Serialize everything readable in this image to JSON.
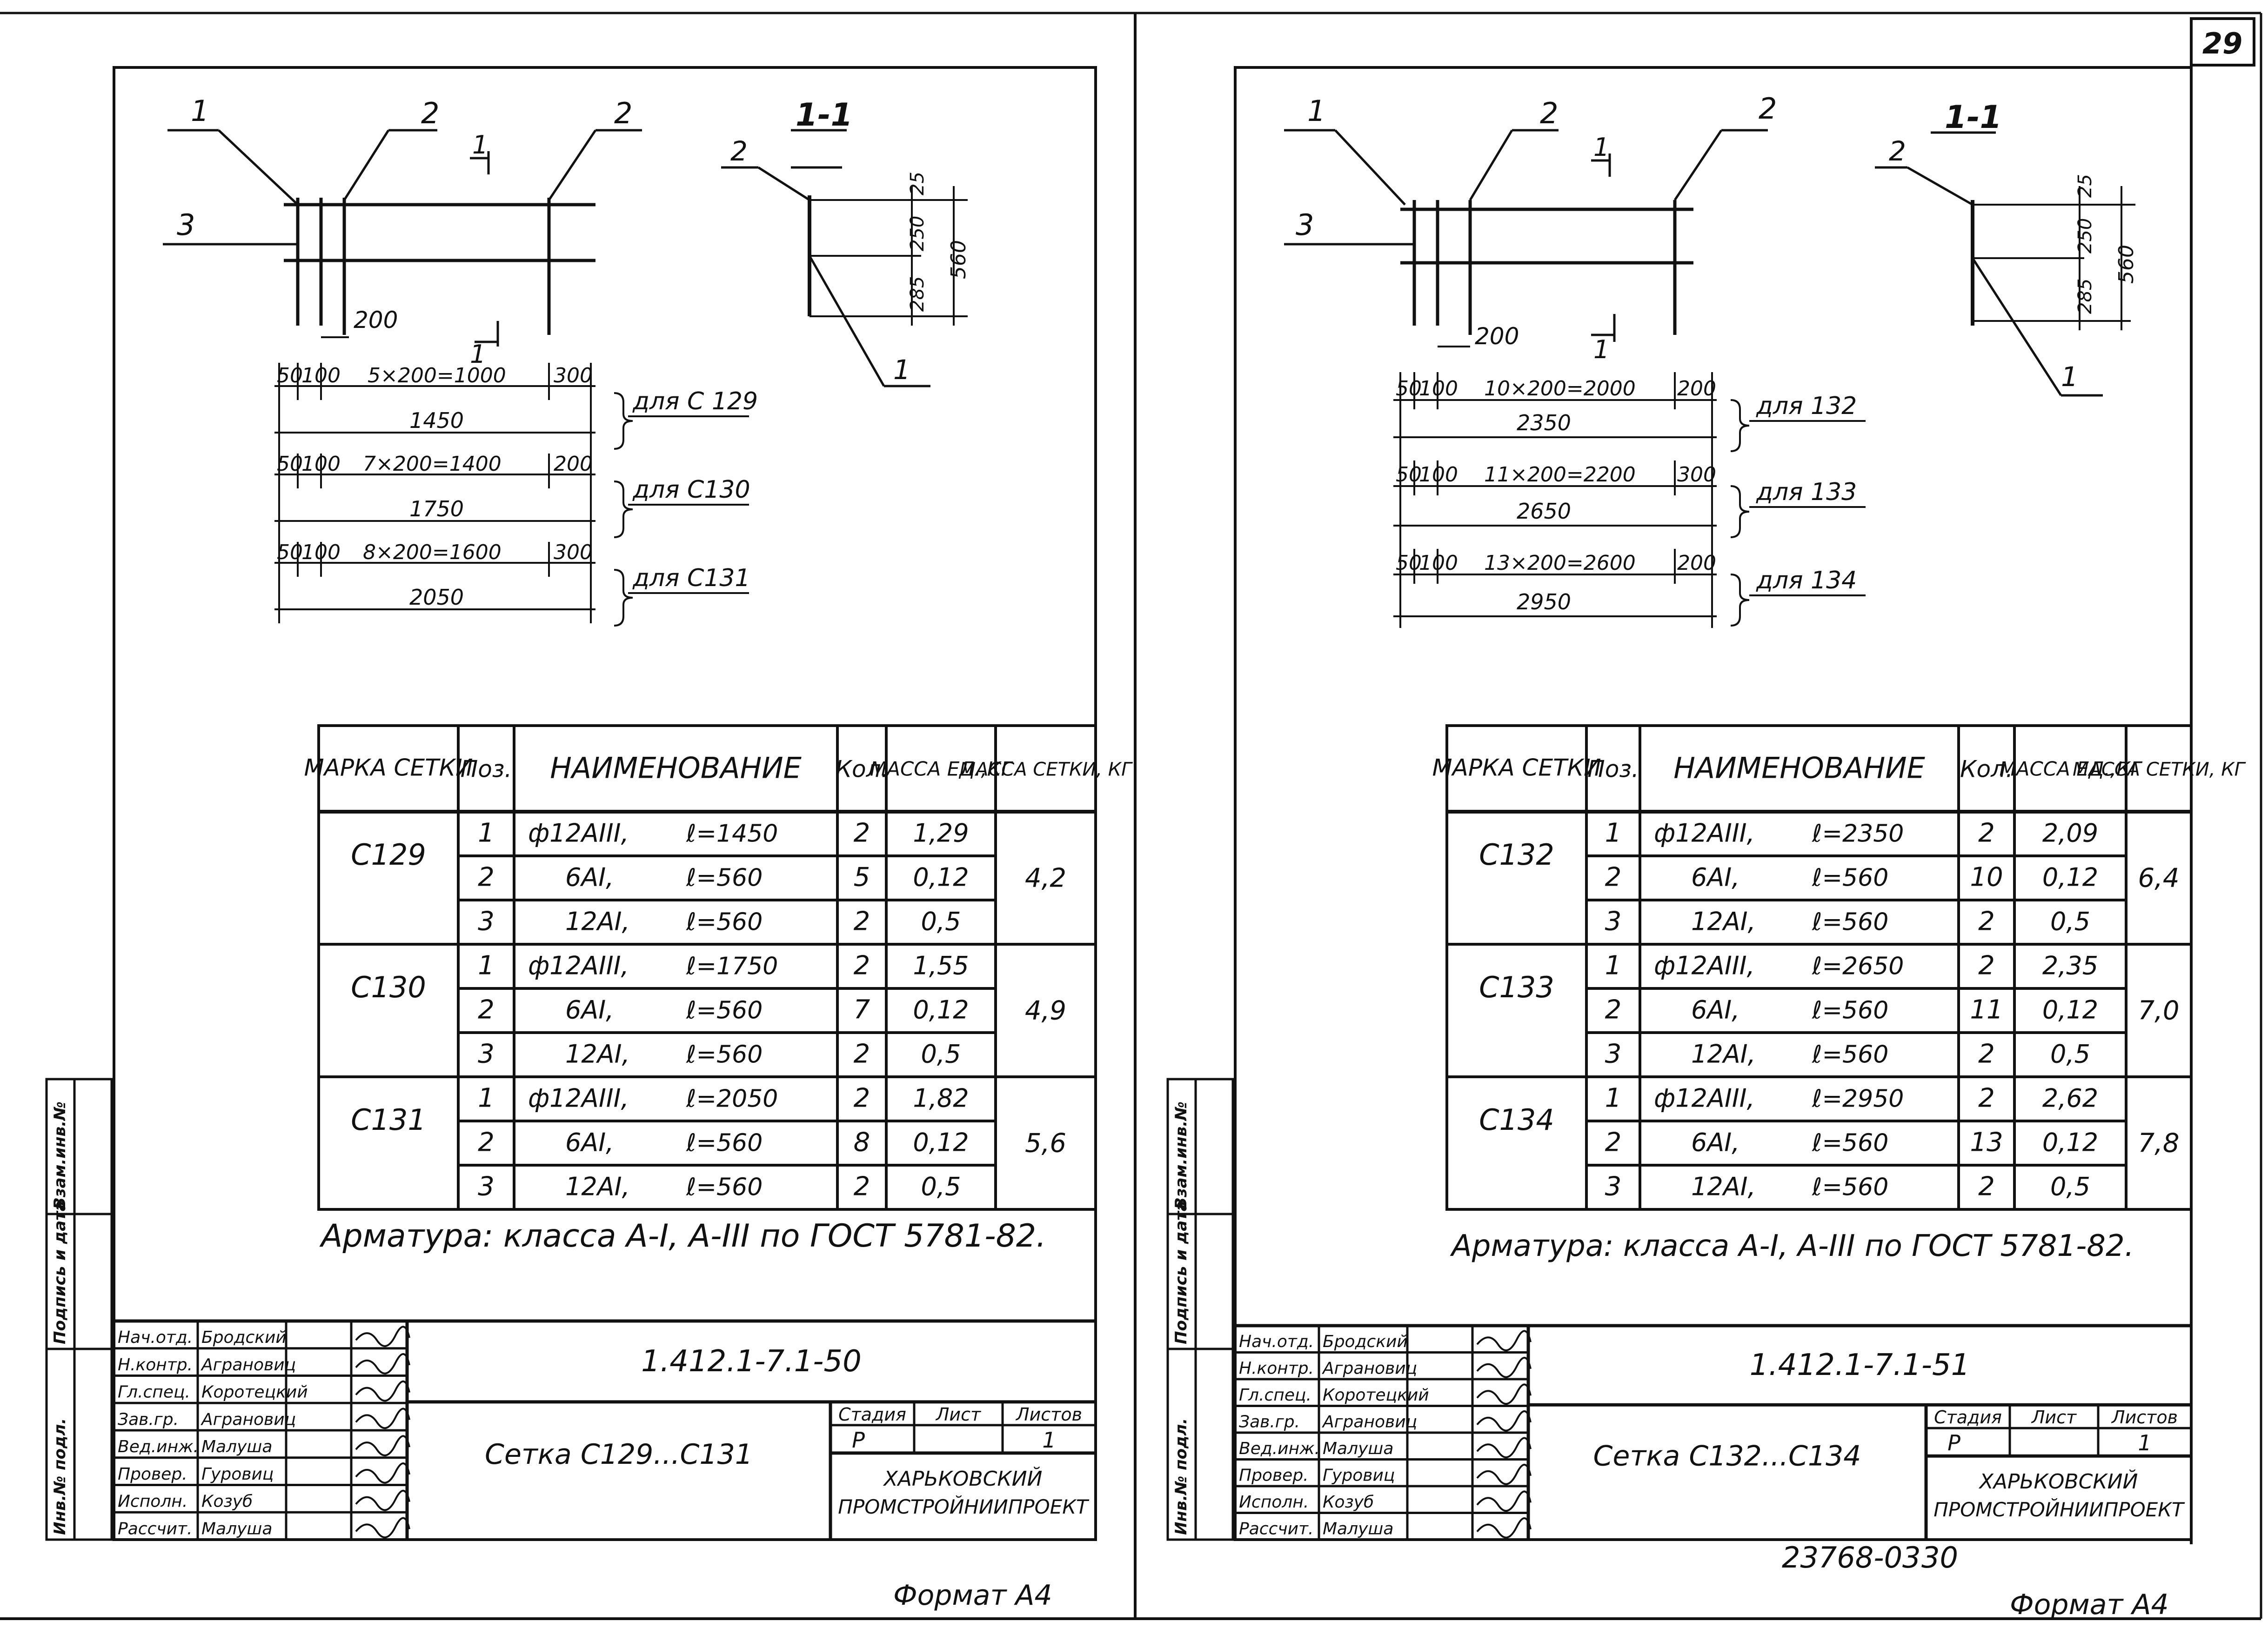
{
  "page_number": "29",
  "sheets": [
    {
      "drawing": {
        "labels": [
          "1",
          "2",
          "2",
          "3"
        ],
        "section_marks": [
          "1",
          "1"
        ],
        "section_title": "1-1",
        "section_labels": [
          "2",
          "1"
        ],
        "section_dims": [
          "25",
          "250",
          "285",
          "560"
        ],
        "pitch": "200",
        "rows": [
          {
            "dims": [
              "50",
              "100",
              "5×200=1000",
              "300"
            ],
            "total": "1450",
            "note": "для С 129"
          },
          {
            "dims": [
              "50",
              "100",
              "7×200=1400",
              "200"
            ],
            "total": "1750",
            "note": "для С130"
          },
          {
            "dims": [
              "50",
              "100",
              "8×200=1600",
              "300"
            ],
            "total": "2050",
            "note": "для С131"
          }
        ]
      },
      "table": {
        "headers": [
          "МАРКА СЕТКИ",
          "Поз.",
          "НАИМЕНОВАНИЕ",
          "Кол.",
          "МАССА ЕД.,КГ",
          "МАССА СЕТКИ, КГ"
        ],
        "groups": [
          {
            "mark": "С129",
            "total": "4,2",
            "rows": [
              {
                "pos": "1",
                "name": "ф12АIII,",
                "len": "ℓ=1450",
                "qty": "2",
                "mass": "1,29"
              },
              {
                "pos": "2",
                "name": "6АI,",
                "len": "ℓ=560",
                "qty": "5",
                "mass": "0,12"
              },
              {
                "pos": "3",
                "name": "12АI,",
                "len": "ℓ=560",
                "qty": "2",
                "mass": "0,5"
              }
            ]
          },
          {
            "mark": "С130",
            "total": "4,9",
            "rows": [
              {
                "pos": "1",
                "name": "ф12АIII,",
                "len": "ℓ=1750",
                "qty": "2",
                "mass": "1,55"
              },
              {
                "pos": "2",
                "name": "6АI,",
                "len": "ℓ=560",
                "qty": "7",
                "mass": "0,12"
              },
              {
                "pos": "3",
                "name": "12АI,",
                "len": "ℓ=560",
                "qty": "2",
                "mass": "0,5"
              }
            ]
          },
          {
            "mark": "С131",
            "total": "5,6",
            "rows": [
              {
                "pos": "1",
                "name": "ф12АIII,",
                "len": "ℓ=2050",
                "qty": "2",
                "mass": "1,82"
              },
              {
                "pos": "2",
                "name": "6АI,",
                "len": "ℓ=560",
                "qty": "8",
                "mass": "0,12"
              },
              {
                "pos": "3",
                "name": "12АI,",
                "len": "ℓ=560",
                "qty": "2",
                "mass": "0,5"
              }
            ]
          }
        ]
      },
      "note": "Арматура: класса А-I, А-III по ГОСТ 5781-82.",
      "stamp": {
        "roles": [
          "Нач.отд.",
          "Н.контр.",
          "Гл.спец.",
          "Зав.гр.",
          "Вед.инж.",
          "Провер.",
          "Исполн.",
          "Рассчит."
        ],
        "names": [
          "Бродский",
          "Аграновиц",
          "Коротецкий",
          "Аграновиц",
          "Малуша",
          "Гуровиц",
          "Козуб",
          "Малуша"
        ],
        "code": "1.412.1-7.1-50",
        "title": "Сетка С129...С131",
        "stage_header": "Стадия",
        "sheet_header": "Лист",
        "sheets_header": "Листов",
        "stage": "Р",
        "sheets_value": "1",
        "org_line1": "ХАРЬКОВСКИЙ",
        "org_line2": "ПРОМСТРОЙНИИПРОЕКТ"
      },
      "side_labels": [
        "Взам.инв.№",
        "Подпись и дата",
        "Инв.№ подл."
      ],
      "format": "Формат А4"
    },
    {
      "drawing": {
        "labels": [
          "1",
          "2",
          "2",
          "3"
        ],
        "section_marks": [
          "1",
          "1"
        ],
        "section_title": "1-1",
        "section_labels": [
          "2",
          "1"
        ],
        "section_dims": [
          "25",
          "250",
          "285",
          "560"
        ],
        "pitch": "200",
        "rows": [
          {
            "dims": [
              "50",
              "100",
              "10×200=2000",
              "200"
            ],
            "total": "2350",
            "note": "для 132"
          },
          {
            "dims": [
              "50",
              "100",
              "11×200=2200",
              "300"
            ],
            "total": "2650",
            "note": "для 133"
          },
          {
            "dims": [
              "50",
              "100",
              "13×200=2600",
              "200"
            ],
            "total": "2950",
            "note": "для 134"
          }
        ]
      },
      "table": {
        "headers": [
          "МАРКА СЕТКИ",
          "Поз.",
          "НАИМЕНОВАНИЕ",
          "Кол.",
          "МАССА ЕД.,КГ",
          "МАССА СЕТКИ, КГ"
        ],
        "groups": [
          {
            "mark": "С132",
            "total": "6,4",
            "rows": [
              {
                "pos": "1",
                "name": "ф12АIII,",
                "len": "ℓ=2350",
                "qty": "2",
                "mass": "2,09"
              },
              {
                "pos": "2",
                "name": "6АI,",
                "len": "ℓ=560",
                "qty": "10",
                "mass": "0,12"
              },
              {
                "pos": "3",
                "name": "12АI,",
                "len": "ℓ=560",
                "qty": "2",
                "mass": "0,5"
              }
            ]
          },
          {
            "mark": "С133",
            "total": "7,0",
            "rows": [
              {
                "pos": "1",
                "name": "ф12АIII,",
                "len": "ℓ=2650",
                "qty": "2",
                "mass": "2,35"
              },
              {
                "pos": "2",
                "name": "6АI,",
                "len": "ℓ=560",
                "qty": "11",
                "mass": "0,12"
              },
              {
                "pos": "3",
                "name": "12АI,",
                "len": "ℓ=560",
                "qty": "2",
                "mass": "0,5"
              }
            ]
          },
          {
            "mark": "С134",
            "total": "7,8",
            "rows": [
              {
                "pos": "1",
                "name": "ф12АIII,",
                "len": "ℓ=2950",
                "qty": "2",
                "mass": "2,62"
              },
              {
                "pos": "2",
                "name": "6АI,",
                "len": "ℓ=560",
                "qty": "13",
                "mass": "0,12"
              },
              {
                "pos": "3",
                "name": "12АI,",
                "len": "ℓ=560",
                "qty": "2",
                "mass": "0,5"
              }
            ]
          }
        ]
      },
      "note": "Арматура: класса А-I, А-III по ГОСТ 5781-82.",
      "stamp": {
        "roles": [
          "Нач.отд.",
          "Н.контр.",
          "Гл.спец.",
          "Зав.гр.",
          "Вед.инж.",
          "Провер.",
          "Исполн.",
          "Рассчит."
        ],
        "names": [
          "Бродский",
          "Аграновиц",
          "Коротецкий",
          "Аграновиц",
          "Малуша",
          "Гуровиц",
          "Козуб",
          "Малуша"
        ],
        "code": "1.412.1-7.1-51",
        "title": "Сетка С132...С134",
        "stage_header": "Стадия",
        "sheet_header": "Лист",
        "sheets_header": "Листов",
        "stage": "Р",
        "sheets_value": "1",
        "org_line1": "ХАРЬКОВСКИЙ",
        "org_line2": "ПРОМСТРОЙНИИПРОЕКТ"
      },
      "side_labels": [
        "Взам.инв.№",
        "Подпись и дата",
        "Инв.№ подл."
      ],
      "format": "Формат А4"
    }
  ],
  "archive_number": "23768-03",
  "archive_sheet": "30"
}
